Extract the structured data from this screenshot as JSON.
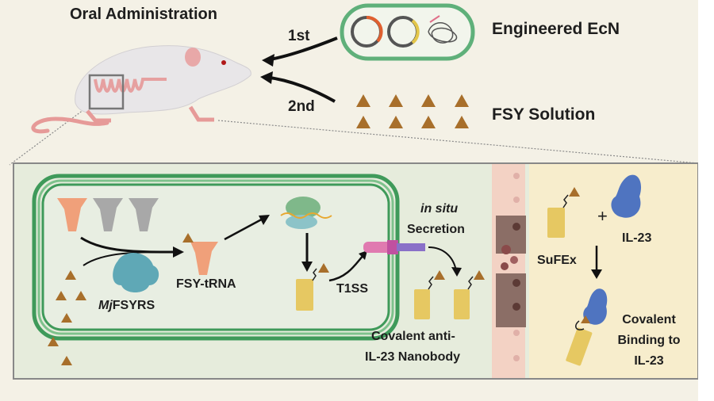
{
  "title": "Oral Administration",
  "steps": {
    "first": "1st",
    "second": "2nd"
  },
  "top_labels": {
    "engineered_ecn": "Engineered EcN",
    "fsy_solution": "FSY Solution"
  },
  "panel_labels": {
    "mjfsyrs_italic": "Mj",
    "mjfsyrs_rest": "FSYRS",
    "fsy_trna": "FSY-tRNA",
    "t1ss": "T1SS",
    "in_situ": "in situ",
    "secretion": "Secretion",
    "nanobody_line1": "Covalent anti-",
    "nanobody_line2": "IL-23 Nanobody",
    "il23": "IL-23",
    "plus": "+",
    "sufex": "SuFEx",
    "binding_line1": "Covalent",
    "binding_line2": "Binding to",
    "binding_line3": "IL-23"
  },
  "colors": {
    "background": "#f4f1e6",
    "panel_green": "#e6ecdc",
    "panel_yellow": "#f7edcc",
    "membrane": "#3f9a5a",
    "fsy_triangle": "#a86f2b",
    "trna": "#f0a07a",
    "synthetase": "#5fa8b6",
    "nanobody": "#e6c862",
    "il23": "#4f74c0",
    "epithelium": "#8b6e66"
  }
}
